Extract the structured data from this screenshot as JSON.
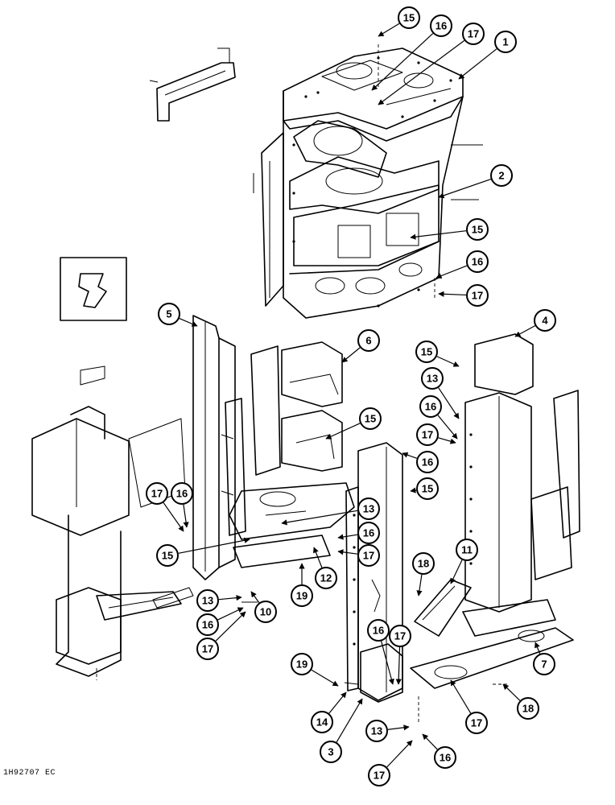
{
  "figure": {
    "reference_code": "1H92707 EC",
    "callouts": [
      "1",
      "2",
      "3",
      "4",
      "5",
      "6",
      "7",
      "10",
      "11",
      "12",
      "13",
      "14",
      "15",
      "16",
      "17",
      "18",
      "19"
    ]
  }
}
